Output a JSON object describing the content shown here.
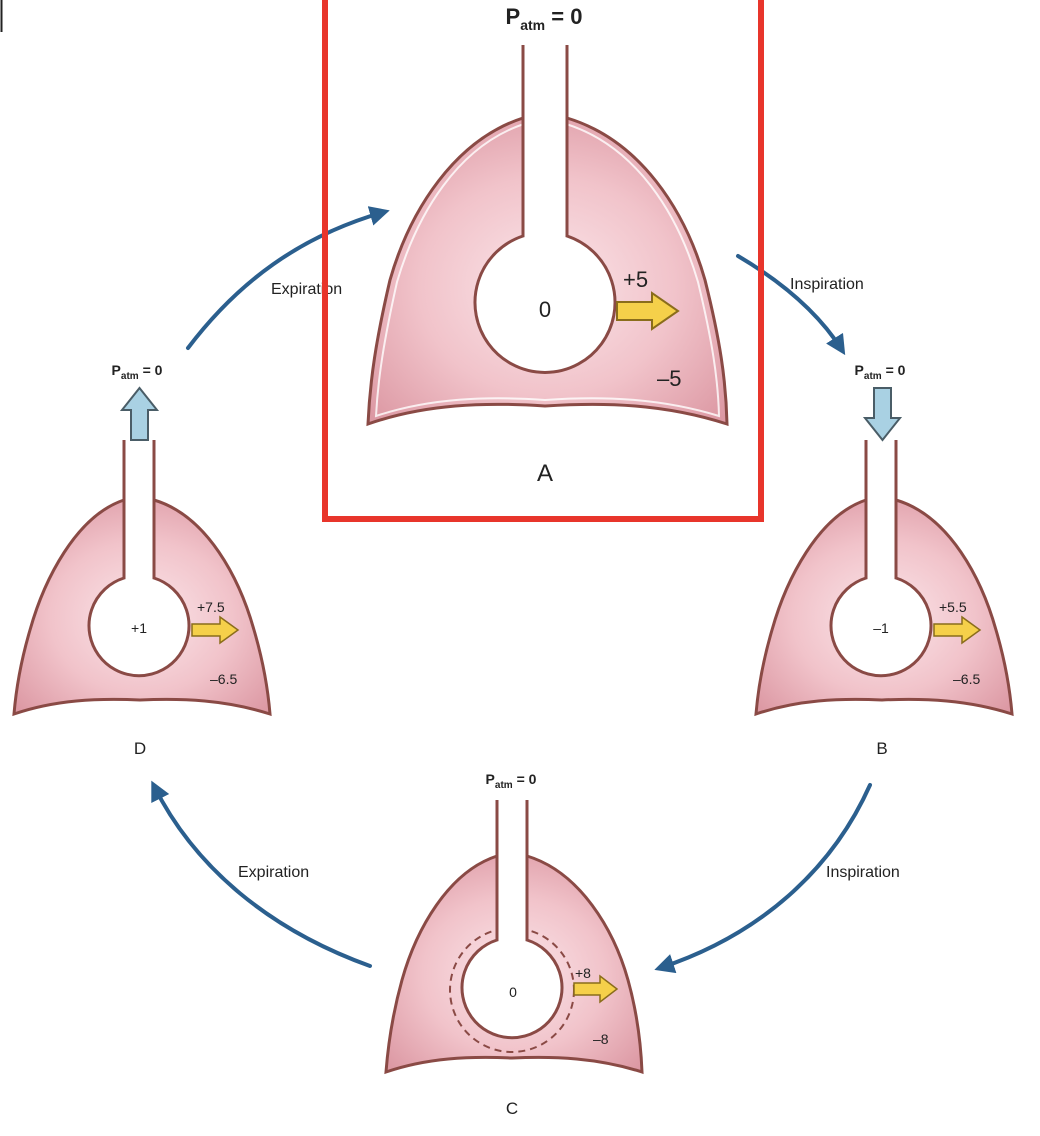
{
  "colors": {
    "highlight_box": "#e8352b",
    "lung_fill": "#efbcc4",
    "lung_edge": "#8a4a45",
    "cycle_arrow": "#2b5f8e",
    "pressure_arrow": "#f5d04a",
    "air_arrow": "#a9d1e3"
  },
  "panels": {
    "A": {
      "label": "A",
      "atm_prefix": "P",
      "atm_subscript": "atm",
      "atm_suffix": " = 0",
      "alveolar": "0",
      "transmural": "+5",
      "intrapleural": "–5"
    },
    "B": {
      "label": "B",
      "atm_prefix": "P",
      "atm_subscript": "atm",
      "atm_suffix": " = 0",
      "alveolar": "–1",
      "transmural": "+5.5",
      "intrapleural": "–6.5",
      "airflow": "in"
    },
    "C": {
      "label": "C",
      "atm_prefix": "P",
      "atm_subscript": "atm",
      "atm_suffix": " = 0",
      "alveolar": "0",
      "transmural": "+8",
      "intrapleural": "–8"
    },
    "D": {
      "label": "D",
      "atm_prefix": "P",
      "atm_subscript": "atm",
      "atm_suffix": " = 0",
      "alveolar": "+1",
      "transmural": "+7.5",
      "intrapleural": "–6.5",
      "airflow": "out"
    }
  },
  "cycle": {
    "a_to_b": "Inspiration",
    "b_to_c": "Inspiration",
    "c_to_d": "Expiration",
    "d_to_a": "Expiration"
  }
}
